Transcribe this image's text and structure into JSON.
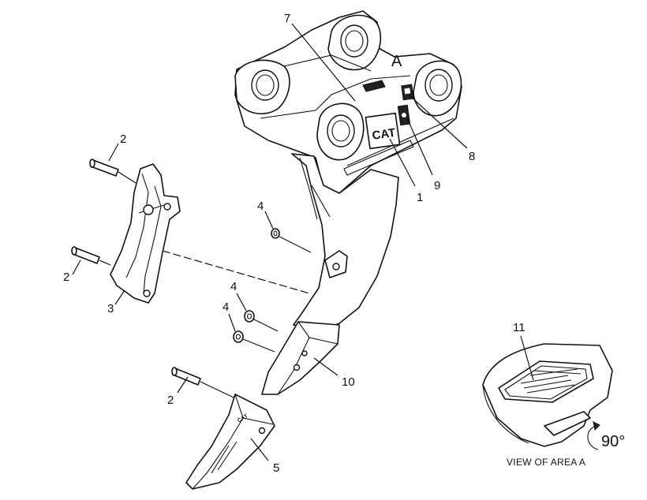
{
  "callouts": {
    "c1": "1",
    "c2a": "2",
    "c2b": "2",
    "c2c": "2",
    "c3": "3",
    "c4a": "4",
    "c4b": "4",
    "c4c": "4",
    "c5": "5",
    "c7": "7",
    "c8": "8",
    "c9": "9",
    "c10": "10",
    "c11": "11"
  },
  "area_marker": "A",
  "decal_logo": "CAT",
  "tip_logo": "CAT",
  "rotation_label": "90°",
  "view_caption": "VIEW OF AREA  A"
}
